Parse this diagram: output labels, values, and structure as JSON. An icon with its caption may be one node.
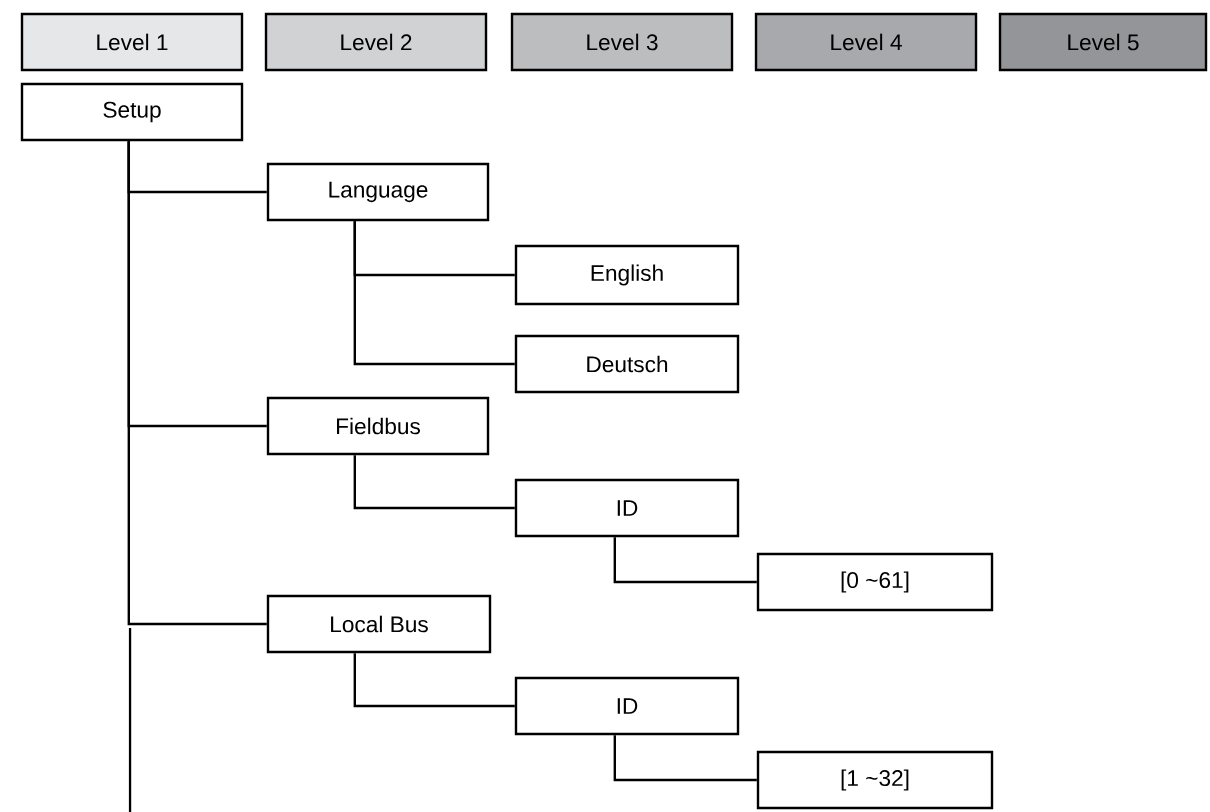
{
  "diagram": {
    "nodes": [
      {
        "text": [
          "Level 1"
        ]
      },
      {
        "text": [
          "Level 2"
        ]
      },
      {
        "text": [
          "Level 3"
        ]
      },
      {
        "text": [
          "Level 4"
        ]
      },
      {
        "text": [
          "Level 5"
        ]
      },
      {
        "text": [
          "Setup"
        ]
      },
      {
        "text": [
          "Language"
        ]
      },
      {
        "text": [
          "English"
        ]
      },
      {
        "text": [
          "Deutsch"
        ]
      },
      {
        "text": [
          "Fieldbus"
        ]
      },
      {
        "text": [
          "ID"
        ]
      },
      {
        "text": [
          "[0 ~61]"
        ]
      },
      {
        "text": [
          "Local Bus"
        ]
      },
      {
        "text": [
          "ID"
        ]
      },
      {
        "text": [
          "[1 ~32]"
        ]
      }
    ],
    "edges": [
      {
        "from": 5,
        "to": 6,
        "arrow": "none"
      },
      {
        "from": 6,
        "to": 7,
        "arrow": "none"
      },
      {
        "from": 6,
        "to": 8,
        "arrow": "none"
      },
      {
        "from": 5,
        "to": 9,
        "arrow": "none"
      },
      {
        "from": 9,
        "to": 10,
        "arrow": "none"
      },
      {
        "from": 10,
        "to": 11,
        "arrow": "none"
      },
      {
        "from": 5,
        "to": 12,
        "arrow": "none"
      },
      {
        "from": 12,
        "to": 13,
        "arrow": "none"
      },
      {
        "from": 13,
        "to": 14,
        "arrow": "none"
      }
    ]
  }
}
